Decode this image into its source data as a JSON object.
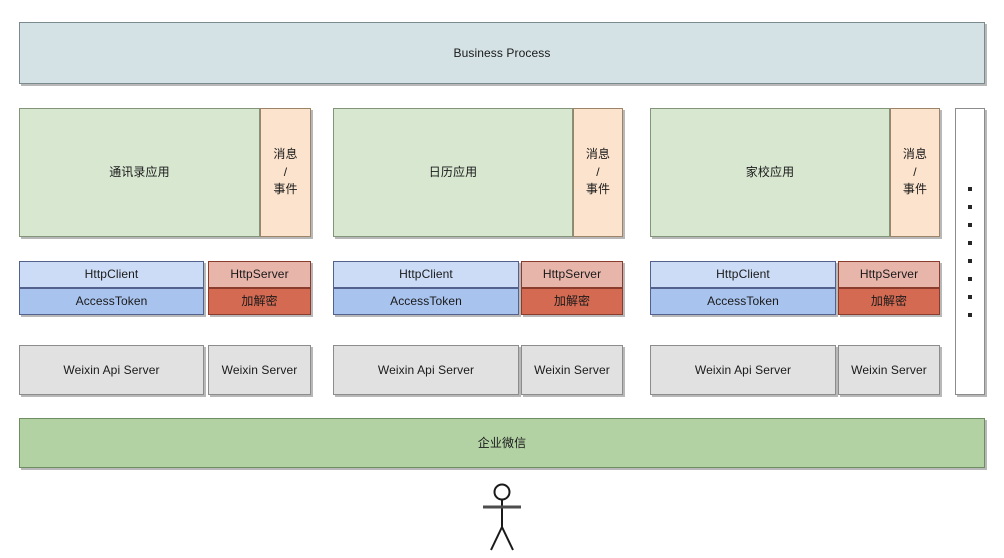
{
  "diagram": {
    "title_band": "Business Process",
    "bottom_band": "企业微信",
    "colors": {
      "business_band": "#d4e1e5",
      "app_main": "#d8e7d0",
      "app_msg": "#fbe3cd",
      "http_client": "#ccdcf6",
      "access_token": "#a8c3ee",
      "http_server": "#e8b5ab",
      "crypto": "#d46a52",
      "weixin_server": "#e1e1e1",
      "wecom_band": "#b2d2a4"
    },
    "columns": [
      {
        "app_label": "通讯录应用",
        "msg_label_line1": "消息",
        "msg_label_line2": "/",
        "msg_label_line3": "事件",
        "http_client": "HttpClient",
        "access_token": "AccessToken",
        "http_server": "HttpServer",
        "crypto": "加解密",
        "weixin_api_server": "Weixin Api Server",
        "weixin_server": "Weixin Server"
      },
      {
        "app_label": "日历应用",
        "msg_label_line1": "消息",
        "msg_label_line2": "/",
        "msg_label_line3": "事件",
        "http_client": "HttpClient",
        "access_token": "AccessToken",
        "http_server": "HttpServer",
        "crypto": "加解密",
        "weixin_api_server": "Weixin Api Server",
        "weixin_server": "Weixin Server"
      },
      {
        "app_label": "家校应用",
        "msg_label_line1": "消息",
        "msg_label_line2": "/",
        "msg_label_line3": "事件",
        "http_client": "HttpClient",
        "access_token": "AccessToken",
        "http_server": "HttpServer",
        "crypto": "加解密",
        "weixin_api_server": "Weixin Api Server",
        "weixin_server": "Weixin Server"
      }
    ],
    "more_column": {
      "dot_count": 8,
      "meaning": "more-applications-ellipsis"
    },
    "actor": {
      "name": "user-actor",
      "label": ""
    }
  }
}
